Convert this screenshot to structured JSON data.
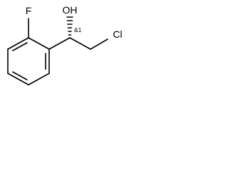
{
  "molecule": {
    "atoms": {
      "fluorine": "F",
      "hydroxyl": "OH",
      "chlorine": "Cl"
    },
    "stereo_label": "&1"
  }
}
